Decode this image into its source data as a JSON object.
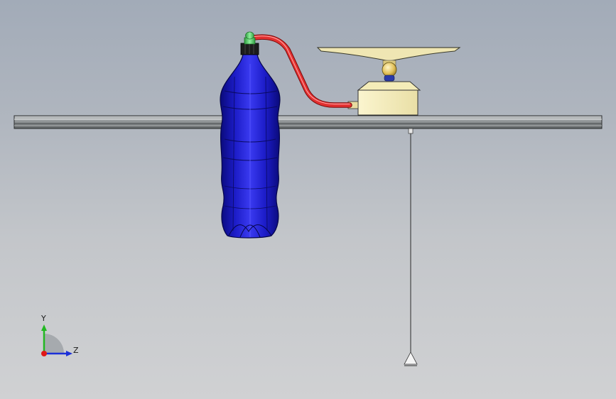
{
  "view": {
    "background_top": "#a2abb8",
    "background_bottom": "#d0d1d3"
  },
  "model": {
    "parts": [
      {
        "name": "support-rail",
        "color": "#8a8d8e"
      },
      {
        "name": "water-bottle",
        "color": "#1a1ad0"
      },
      {
        "name": "bottle-cap",
        "color": "#1c1c1c"
      },
      {
        "name": "green-fitting",
        "color": "#54d86a"
      },
      {
        "name": "red-tube",
        "color": "#d42020"
      },
      {
        "name": "pump-housing",
        "color": "#f4ecb8"
      },
      {
        "name": "shaft-knob",
        "color": "#e0c35a"
      },
      {
        "name": "rotor-disc",
        "color": "#efe6b3"
      },
      {
        "name": "hanging-wire",
        "color": "#2a2a2a"
      },
      {
        "name": "plumb-weight",
        "color": "#f4f4f4"
      }
    ]
  },
  "triad": {
    "y_label": "Y",
    "z_label": "Z",
    "y_color": "#22b822",
    "z_color": "#1c30d8",
    "x_color": "#e01818"
  }
}
